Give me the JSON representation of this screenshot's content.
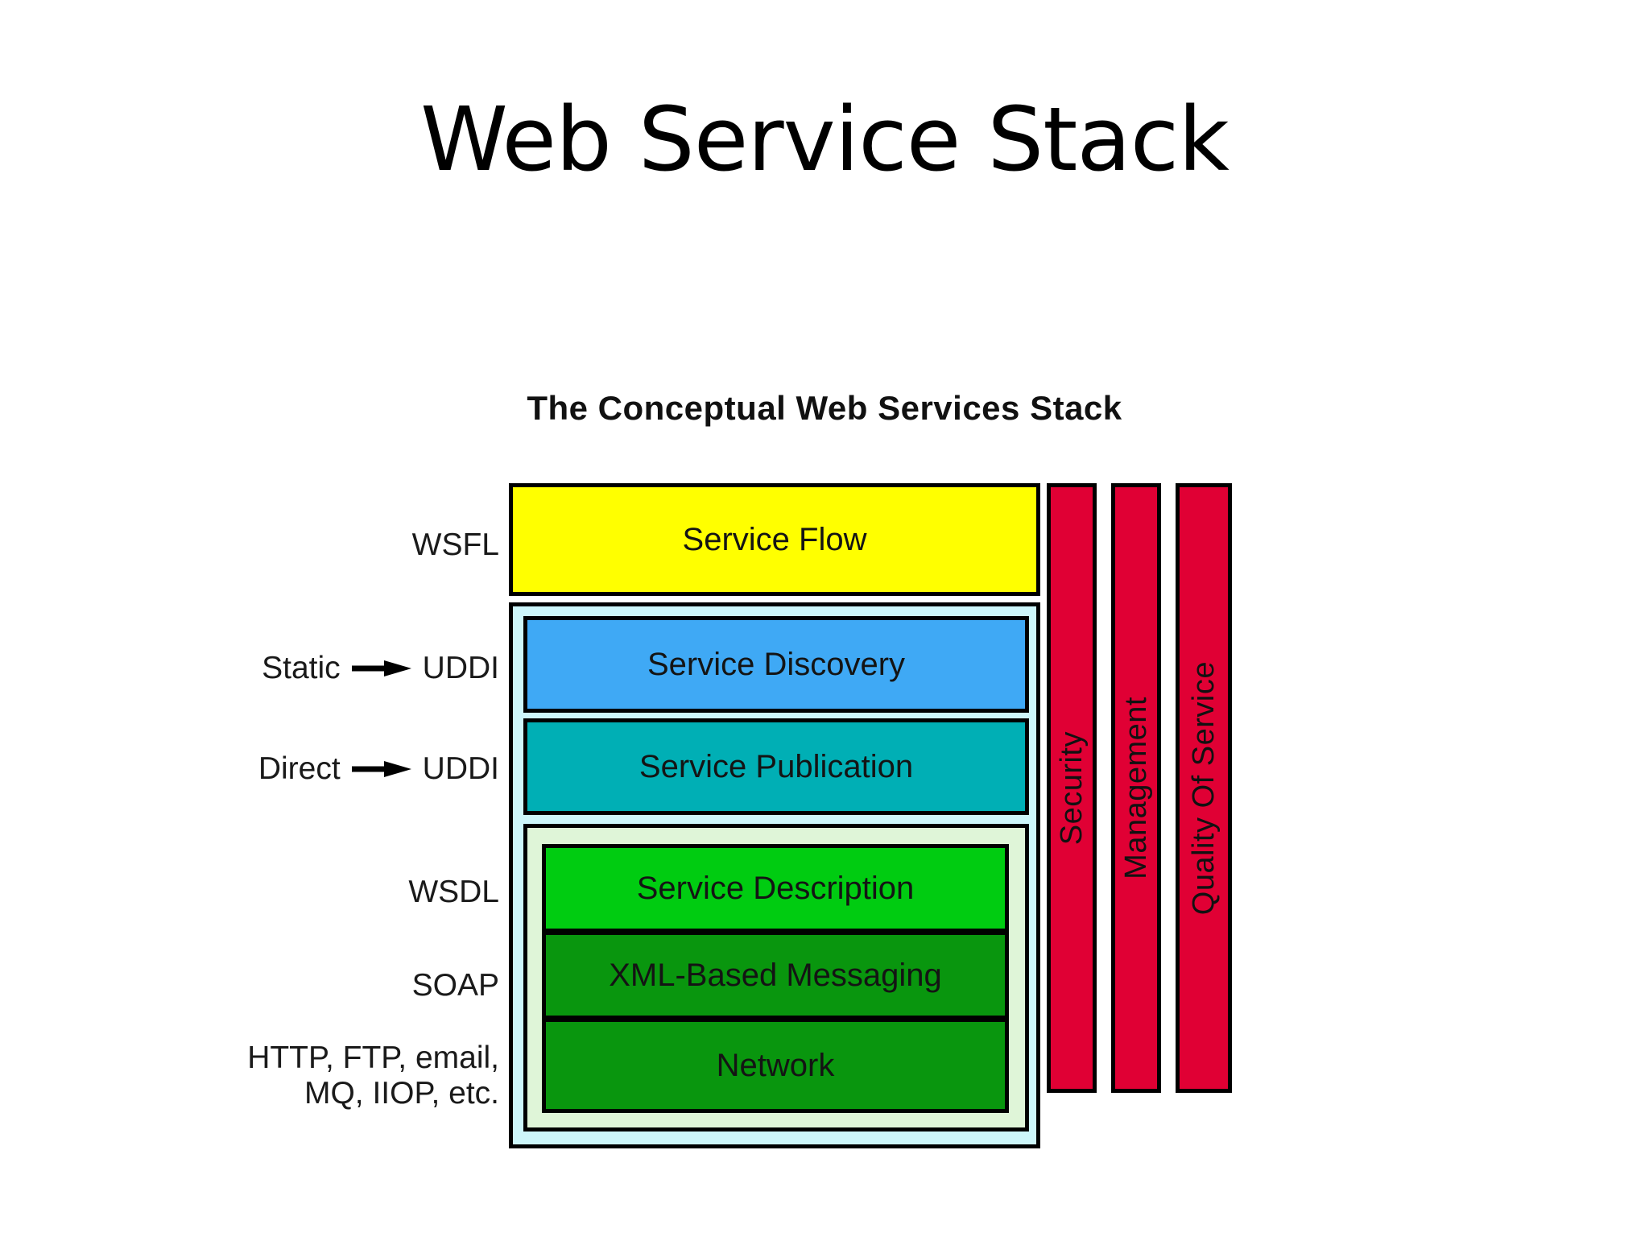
{
  "slide": {
    "title": "Web Service Stack"
  },
  "diagram": {
    "heading": "The Conceptual Web Services Stack",
    "side_labels": {
      "wsfl": "WSFL",
      "static": "Static",
      "static_target": "UDDI",
      "direct": "Direct",
      "direct_target": "UDDI",
      "wsdl": "WSDL",
      "soap": "SOAP",
      "transport_line1": "HTTP, FTP, email,",
      "transport_line2": "MQ, IIOP, etc."
    },
    "layers": [
      {
        "name": "service-flow",
        "label": "Service Flow",
        "color": "#FFFF00"
      },
      {
        "name": "service-discovery",
        "label": "Service Discovery",
        "color": "#3FA9F5"
      },
      {
        "name": "service-publication",
        "label": "Service Publication",
        "color": "#00AFB5"
      },
      {
        "name": "service-description",
        "label": "Service Description",
        "color": "#00CC11"
      },
      {
        "name": "xml-based-messaging",
        "label": "XML-Based Messaging",
        "color": "#09960E"
      },
      {
        "name": "network",
        "label": "Network",
        "color": "#09960E"
      }
    ],
    "pillars": [
      {
        "name": "security",
        "label": "Security",
        "color": "#E00034"
      },
      {
        "name": "management",
        "label": "Management",
        "color": "#E00034"
      },
      {
        "name": "quality-of-service",
        "label": "Quality Of Service",
        "color": "#E00034"
      }
    ],
    "containers": {
      "middle_color": "#CDF6FA",
      "green_color": "#DFF5D8"
    },
    "arrow_icon": "right-arrow-icon"
  }
}
